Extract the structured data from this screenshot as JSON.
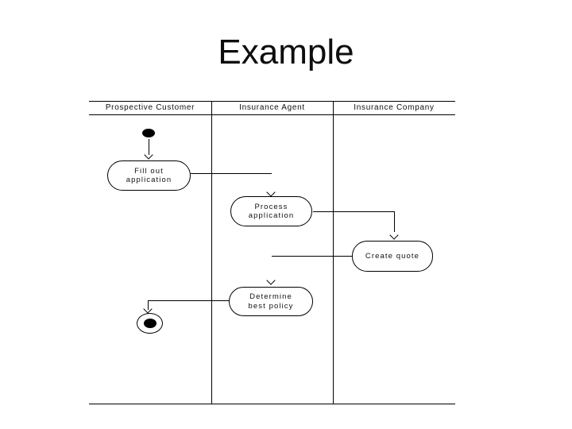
{
  "slide": {
    "title": "Example",
    "background": "#ffffff",
    "ink": "#000000"
  },
  "swimlanes": {
    "lanes": [
      {
        "label": "Prospective Customer"
      },
      {
        "label": "Insurance Agent"
      },
      {
        "label": "Insurance Company"
      }
    ]
  },
  "diagram": {
    "type": "uml-activity-diagram",
    "start_node": {
      "name": "start"
    },
    "end_node": {
      "name": "end"
    },
    "activities": [
      {
        "id": "fill-out-application",
        "lane": "Prospective Customer",
        "lines": [
          "Fill out",
          "application"
        ]
      },
      {
        "id": "process-application",
        "lane": "Insurance Agent",
        "lines": [
          "Process",
          "application"
        ]
      },
      {
        "id": "create-quote",
        "lane": "Insurance Company",
        "lines": [
          "Create quote"
        ]
      },
      {
        "id": "determine-best-policy",
        "lane": "Insurance Agent",
        "lines": [
          "Determine",
          "best policy"
        ]
      }
    ],
    "flows": [
      {
        "from": "start",
        "to": "fill-out-application"
      },
      {
        "from": "fill-out-application",
        "to": "process-application"
      },
      {
        "from": "process-application",
        "to": "create-quote"
      },
      {
        "from": "create-quote",
        "to": "determine-best-policy"
      },
      {
        "from": "determine-best-policy",
        "to": "end"
      }
    ]
  }
}
